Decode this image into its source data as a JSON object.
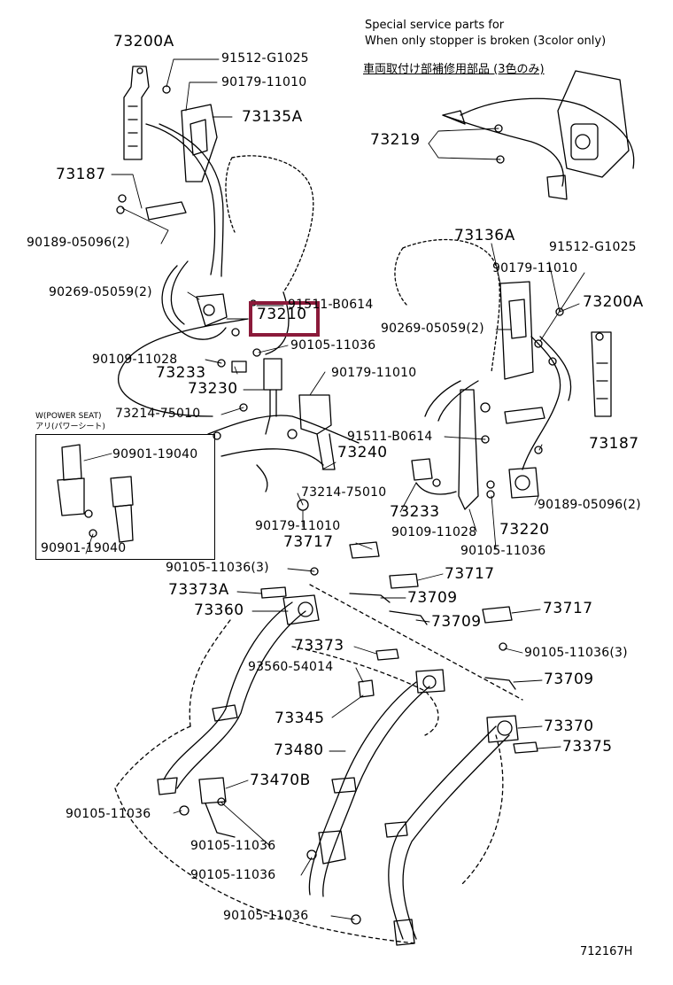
{
  "diagram_id": "712167H",
  "highlight_color": "#8b1a3a",
  "note": {
    "line1": "Special service parts for",
    "line2": "When only stopper is broken (3color only)",
    "line3": "車両取付け部補修用部品 (3色のみ)"
  },
  "inset": {
    "title_line1": "W(POWER SEAT)",
    "title_line2": "アリ(パワーシート)"
  },
  "labels": {
    "p73200a_l": "73200A",
    "p91512_l": "91512-G1025",
    "p90179_l1": "90179-11010",
    "p73135a": "73135A",
    "p73187_l": "73187",
    "p90189_l": "90189-05096(2)",
    "p90269_l": "90269-05059(2)",
    "p91511_l": "91511-B0614",
    "p73210": "73210",
    "p90105_l1": "90105-11036",
    "p90109_l": "90109-11028",
    "p73233_l": "73233",
    "p73230": "73230",
    "p73214_l": "73214-75010",
    "p90901_a": "90901-19040",
    "p90901_b": "90901-19040",
    "p90179_l2": "90179-11010",
    "p73240": "73240",
    "p73214_c": "73214-75010",
    "p90179_l3": "90179-11010",
    "p73219": "73219",
    "p73136a": "73136A",
    "p91512_r": "91512-G1025",
    "p90179_r": "90179-11010",
    "p73200a_r": "73200A",
    "p90269_r": "90269-05059(2)",
    "p91511_r": "91511-B0614",
    "p73187_r": "73187",
    "p90189_r": "90189-05096(2)",
    "p73233_c": "73233",
    "p90109_c": "90109-11028",
    "p73220": "73220",
    "p90105_r1": "90105-11036",
    "p73717_a": "73717",
    "p90105_3a": "90105-11036(3)",
    "p73717_b": "73717",
    "p73373a": "73373A",
    "p73709_a": "73709",
    "p73360": "73360",
    "p73709_b": "73709",
    "p73717_c": "73717",
    "p73373": "73373",
    "p90105_3b": "90105-11036(3)",
    "p93560": "93560-54014",
    "p73709_c": "73709",
    "p73345": "73345",
    "p73370": "73370",
    "p73480": "73480",
    "p73375": "73375",
    "p73470b": "73470B",
    "p90105_b1": "90105-11036",
    "p90105_b2": "90105-11036",
    "p90105_b3": "90105-11036",
    "p90105_b4": "90105-11036"
  }
}
